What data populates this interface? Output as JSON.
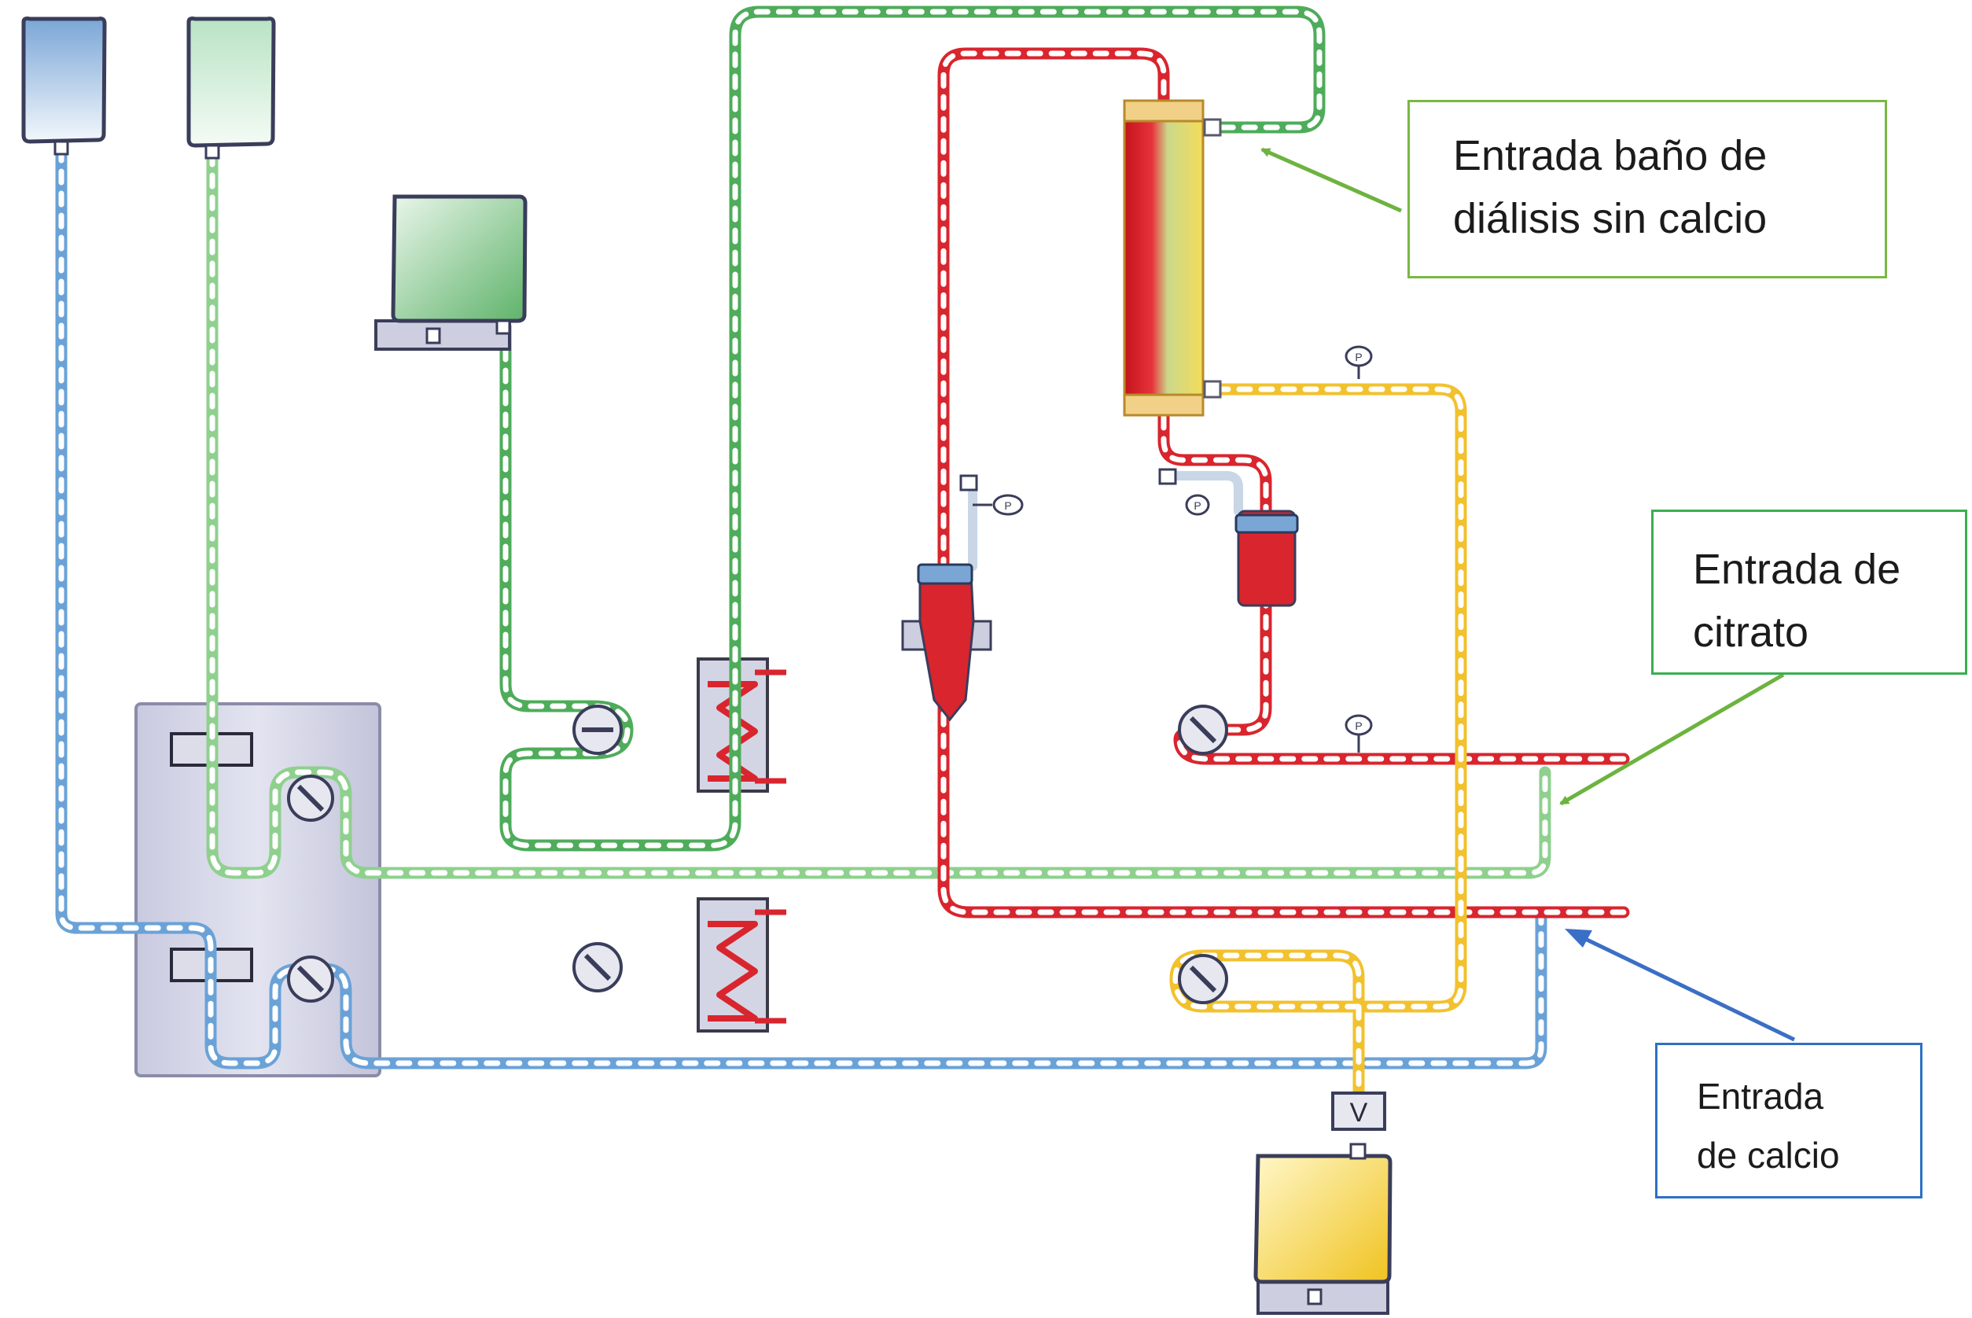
{
  "annotations": [
    {
      "id": "bath",
      "lines": [
        "Entrada baño de",
        "diálisis sin calcio"
      ],
      "color": "#79b843"
    },
    {
      "id": "citrate",
      "lines": [
        "Entrada de",
        "citrato"
      ],
      "color": "#3aae52"
    },
    {
      "id": "calcium",
      "lines": [
        "Entrada",
        "de calcio"
      ],
      "color": "#2d71c4"
    }
  ],
  "components": {
    "valve_label": "V",
    "pressure_label": "P"
  },
  "line_colors": {
    "blue": "#6aa2d8",
    "light_green": "#8fd08f",
    "dark_green": "#4eac5a",
    "red": "#d9252e",
    "yellow": "#f2c12e",
    "calcium_arrow": "#3b6fc6",
    "citrate_arrow": "#6db33f",
    "bath_arrow": "#6db33f"
  }
}
